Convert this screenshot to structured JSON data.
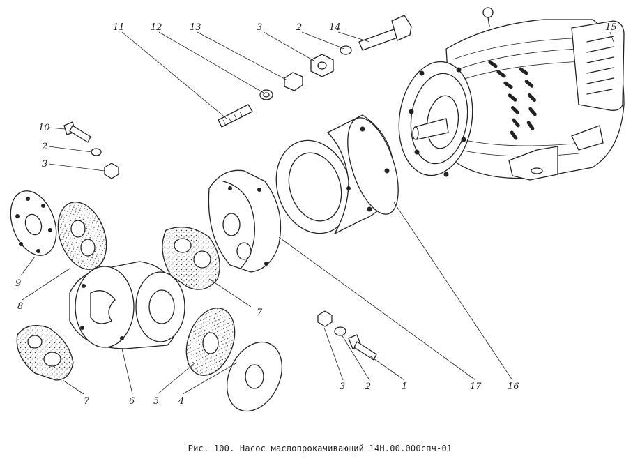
{
  "figure": {
    "caption": "Рис. 100. Насос маслопрокачивающий 14Н.00.000спч-01"
  },
  "callouts": [
    {
      "id": "c11",
      "label": "11"
    },
    {
      "id": "c12",
      "label": "12"
    },
    {
      "id": "c13",
      "label": "13"
    },
    {
      "id": "c3a",
      "label": "3"
    },
    {
      "id": "c2a",
      "label": "2"
    },
    {
      "id": "c14",
      "label": "14"
    },
    {
      "id": "c15",
      "label": "15"
    },
    {
      "id": "c10",
      "label": "10"
    },
    {
      "id": "c2b",
      "label": "2"
    },
    {
      "id": "c3b",
      "label": "3"
    },
    {
      "id": "c9",
      "label": "9"
    },
    {
      "id": "c8",
      "label": "8"
    },
    {
      "id": "c7a",
      "label": "7"
    },
    {
      "id": "c7b",
      "label": "7"
    },
    {
      "id": "c6",
      "label": "6"
    },
    {
      "id": "c5",
      "label": "5"
    },
    {
      "id": "c4",
      "label": "4"
    },
    {
      "id": "c3c",
      "label": "3"
    },
    {
      "id": "c2c",
      "label": "2"
    },
    {
      "id": "c1",
      "label": "1"
    },
    {
      "id": "c17",
      "label": "17"
    },
    {
      "id": "c16",
      "label": "16"
    }
  ]
}
